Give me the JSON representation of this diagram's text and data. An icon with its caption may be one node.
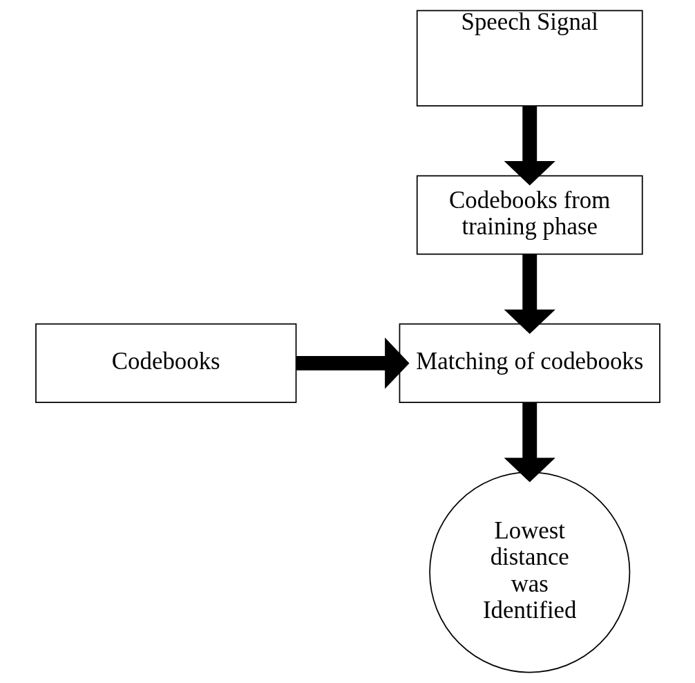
{
  "diagram": {
    "nodes": [
      {
        "text": [
          "Speech Signal"
        ]
      },
      {
        "text": [
          "Codebooks from training phase"
        ]
      },
      {
        "text": [
          "Codebooks"
        ]
      },
      {
        "text": [
          "Matching of codebooks"
        ]
      },
      {
        "text": [
          "Lowest distance was Identified"
        ]
      }
    ],
    "edges": [
      {
        "from": 0,
        "to": 1,
        "arrow": "to"
      },
      {
        "from": 1,
        "to": 3,
        "arrow": "to"
      },
      {
        "from": 2,
        "to": 3,
        "arrow": "to"
      },
      {
        "from": 3,
        "to": 4,
        "arrow": "to"
      }
    ]
  }
}
